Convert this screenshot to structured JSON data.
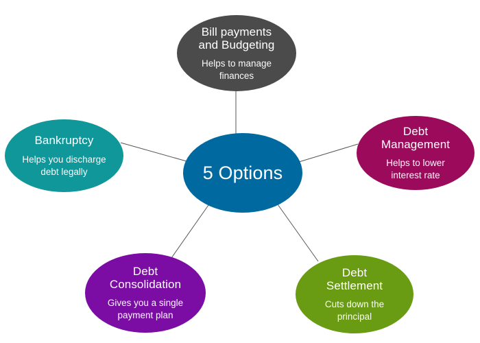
{
  "diagram": {
    "type": "hub-and-spoke",
    "center": {
      "label": "5 Options",
      "color": "#006aa0"
    },
    "nodes": [
      {
        "id": "bill-payments",
        "title_lines": [
          "Bill payments",
          "and Budgeting"
        ],
        "desc_lines": [
          "Helps to manage",
          "finances"
        ],
        "color": "#4b4b4b"
      },
      {
        "id": "bankruptcy",
        "title_lines": [
          "Bankruptcy"
        ],
        "desc_lines": [
          "Helps you discharge",
          "debt legally"
        ],
        "color": "#10979a"
      },
      {
        "id": "debt-management",
        "title_lines": [
          "Debt",
          "Management"
        ],
        "desc_lines": [
          "Helps to lower",
          "interest rate"
        ],
        "color": "#9b0a5b"
      },
      {
        "id": "debt-consolidation",
        "title_lines": [
          "Debt",
          "Consolidation"
        ],
        "desc_lines": [
          "Gives you a single",
          "payment plan"
        ],
        "color": "#7b0ca4"
      },
      {
        "id": "debt-settlement",
        "title_lines": [
          "Debt",
          "Settlement"
        ],
        "desc_lines": [
          "Cuts down the",
          "principal"
        ],
        "color": "#699c13"
      }
    ],
    "connector_color": "#555555"
  }
}
